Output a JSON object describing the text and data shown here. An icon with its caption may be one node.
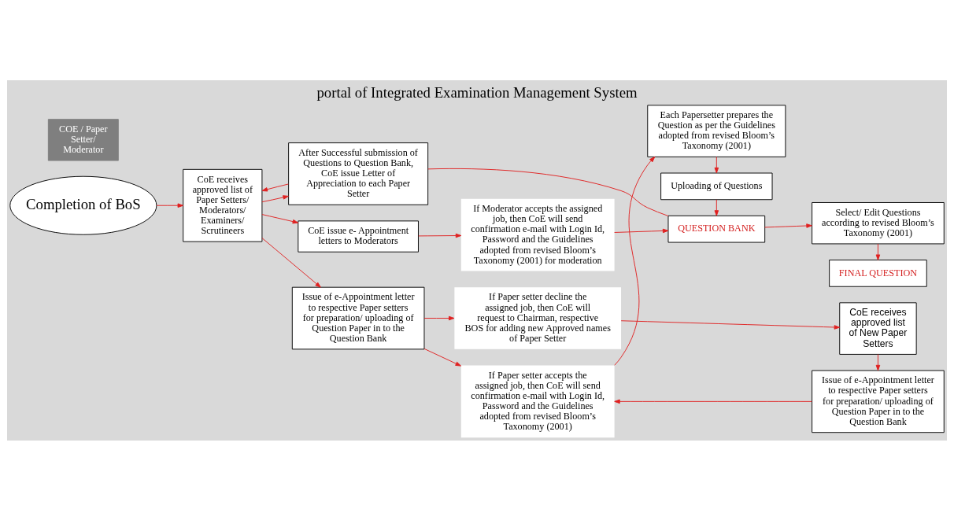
{
  "diagram": {
    "title": "portal of Integrated Examination Management System",
    "nodes": [
      {
        "text": [
          "Completion of BoS"
        ]
      },
      {
        "text": [
          "If Moderator accepts the assigned job, then CoE will send confirmation e-mail with Login Id, Password and the Guidelines adopted from revised Bloom’s Taxonomy (2001) for moderation"
        ]
      },
      {
        "text": [
          "CoE issue e- Appointment letters to Moderators"
        ]
      },
      {
        "text": [
          "QUESTION BANK"
        ]
      },
      {
        "text": [
          "Select/ Edit Questions according to revised Bloom’s Taxonomy (2001)"
        ]
      },
      {
        "text": [
          "Uploading of Questions"
        ]
      },
      {
        "text": [
          "FINAL QUESTION"
        ]
      },
      {
        "text": [
          "Each Papersetter prepares the Question as per the Guidelines adopted from revised Bloom’s Taxonomy (2001)"
        ]
      },
      {
        "text": [
          "CoE receives approved list of Paper Setters/ Moderators/ Examiners/ Scrutineers"
        ]
      },
      {
        "text": [
          "After Successful submission of Questions to Question Bank, CoE issue Letter of Appreciation to each Paper Setter"
        ]
      },
      {
        "text": [
          "Issue of e-Appointment letter to respective Paper setters for preparation/ uploading of Question Paper in to the Question Bank"
        ]
      },
      {
        "text": [
          "COE / Paper Setter/ Moderator"
        ]
      },
      {
        "text": [
          "If Paper setter accepts the assigned job, then CoE will send confirmation e-mail with Login Id, Password and the Guidelines adopted from revised Bloom’s Taxonomy (2001)"
        ]
      },
      {
        "text": [
          "Issue of e-Appointment letter to respective Paper setters for preparation/ uploading of Question Paper in to the Question Bank"
        ]
      },
      {
        "text": [
          "If Paper setter decline the assigned job, then CoE will request to Chairman, respective BOS for adding new Approved names of Paper Setter"
        ]
      },
      {
        "text": [
          "CoE receives approved list of New Paper Setters"
        ]
      }
    ],
    "edges": [
      {
        "from": 0,
        "to": 8,
        "arrow": "to"
      },
      {
        "from": 8,
        "to": 2,
        "arrow": "to"
      },
      {
        "from": 2,
        "to": 1,
        "arrow": "to"
      },
      {
        "from": 1,
        "to": 3,
        "arrow": "to"
      },
      {
        "from": 9,
        "to": 3,
        "arrow": "none"
      },
      {
        "from": 8,
        "to": 9,
        "arrow": "to"
      },
      {
        "from": 9,
        "to": 8,
        "arrow": "to"
      },
      {
        "from": 8,
        "to": 10,
        "arrow": "to"
      },
      {
        "from": 10,
        "to": 12,
        "arrow": "to"
      },
      {
        "from": 10,
        "to": 14,
        "arrow": "to"
      },
      {
        "from": 12,
        "to": 7,
        "arrow": "to"
      },
      {
        "from": 7,
        "to": 5,
        "arrow": "to"
      },
      {
        "from": 5,
        "to": 3,
        "arrow": "to"
      },
      {
        "from": 3,
        "to": 4,
        "arrow": "to"
      },
      {
        "from": 4,
        "to": 6,
        "arrow": "to"
      },
      {
        "from": 14,
        "to": 15,
        "arrow": "to"
      },
      {
        "from": 15,
        "to": 13,
        "arrow": "to"
      },
      {
        "from": 13,
        "to": 12,
        "arrow": "to"
      }
    ]
  }
}
